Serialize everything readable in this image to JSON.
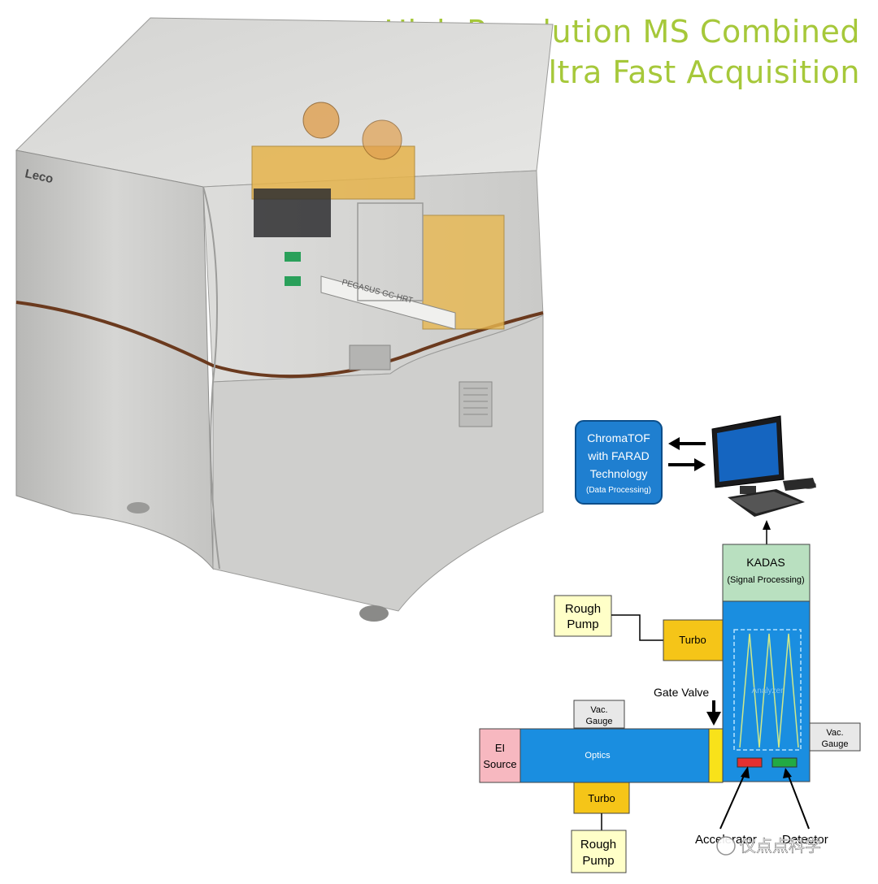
{
  "title": {
    "line1": "High Resolution MS Combined",
    "line2": "with Ultra Fast Acquisition"
  },
  "instrument": {
    "brand": "Leco",
    "panel_text": "PEGASUS GC-HRT"
  },
  "diagram": {
    "software": {
      "line1": "ChromaTOF",
      "line2": "with FARAD",
      "line3": "Technology",
      "line4": "(Data Processing)"
    },
    "kadas": {
      "line1": "KADAS",
      "line2": "(Signal Processing)"
    },
    "rough_pump_top": {
      "line1": "Rough",
      "line2": "Pump"
    },
    "turbo_top": "Turbo",
    "analyzer": "Analyzer",
    "gate_valve": "Gate Valve",
    "vac_gauge_left": {
      "line1": "Vac.",
      "line2": "Gauge"
    },
    "vac_gauge_right": {
      "line1": "Vac.",
      "line2": "Gauge"
    },
    "ei_source": {
      "line1": "EI",
      "line2": "Source"
    },
    "optics": "Optics",
    "turbo_bottom": "Turbo",
    "rough_pump_bottom": {
      "line1": "Rough",
      "line2": "Pump"
    },
    "accelerator": "Accelerator",
    "detector": "Detector"
  },
  "watermark": "仪点点科学",
  "colors": {
    "title_green": "#a6c83a",
    "blue": "#1a8ee0",
    "software_blue": "#1f7fd0",
    "yellow": "#f5c518",
    "light_yellow": "#ffffc8",
    "kadas_green": "#b9e0c0",
    "pink": "#f7b8c0",
    "gray_box": "#e8e8e8",
    "red_plate": "#e43030",
    "green_plate": "#22aa44"
  }
}
